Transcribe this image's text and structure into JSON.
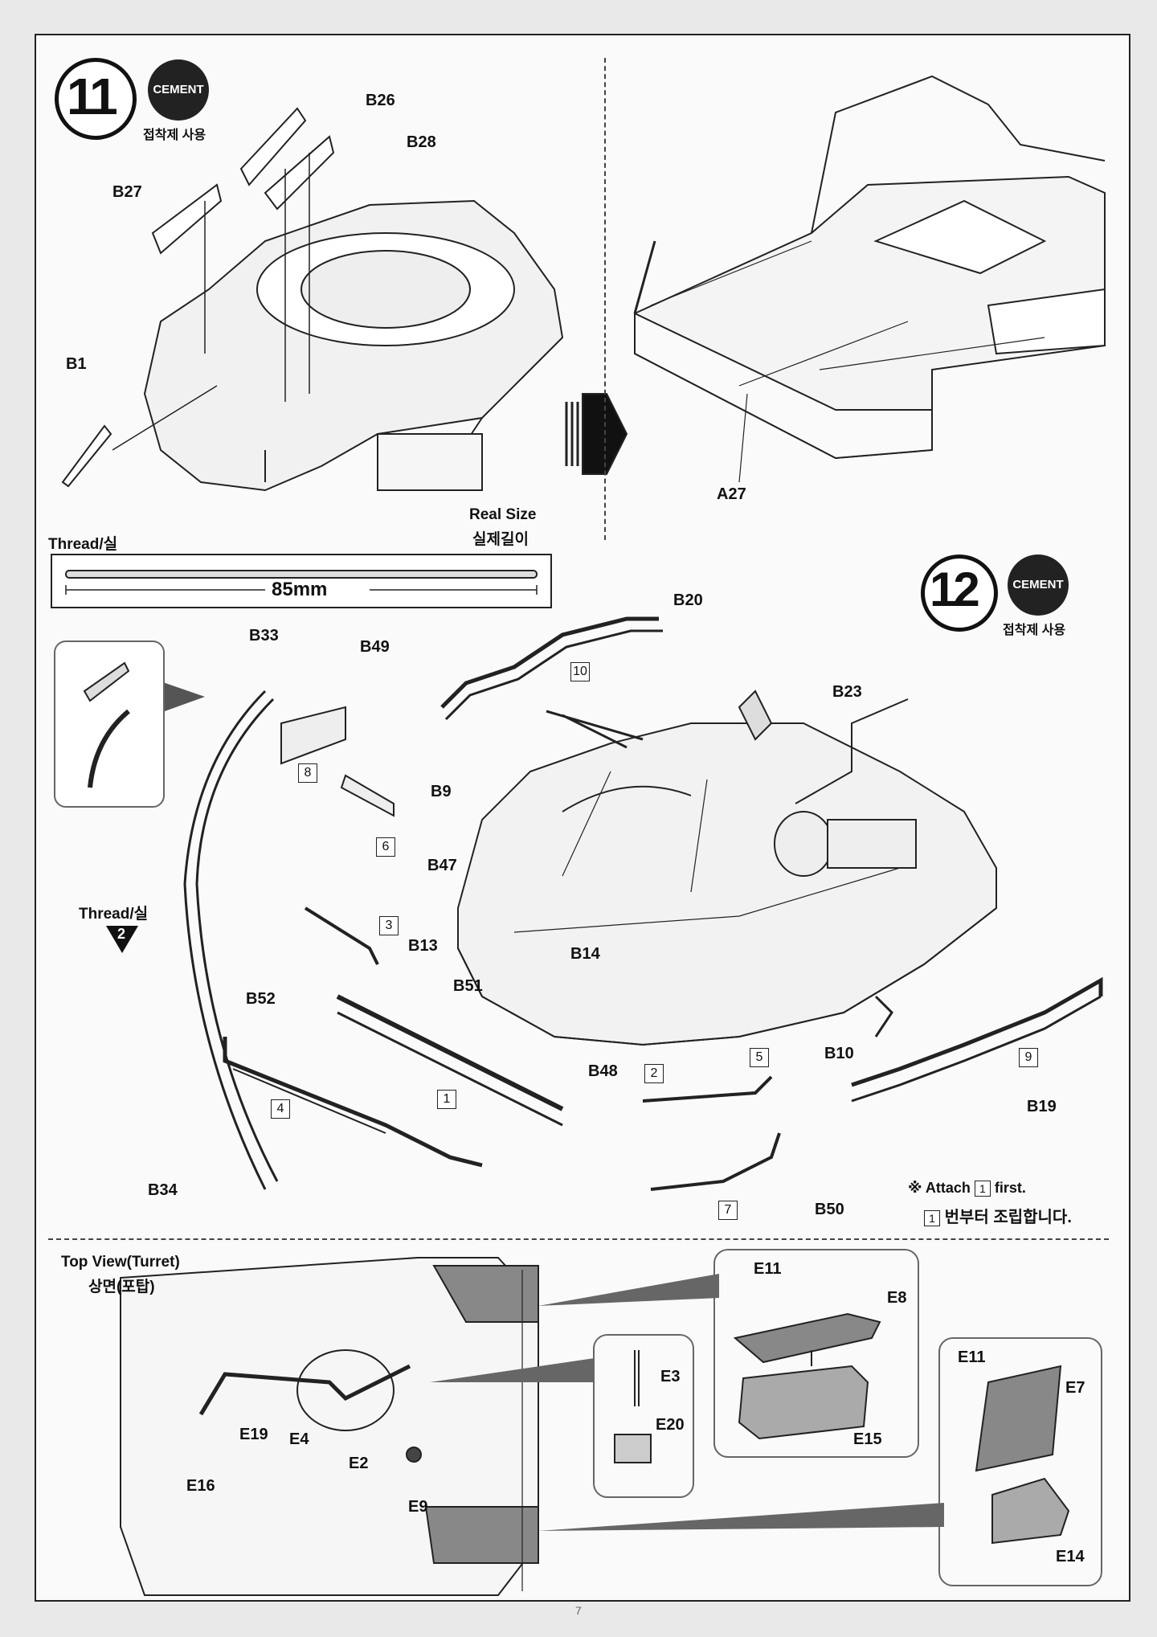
{
  "step11": {
    "number": "11",
    "cement_badge": "CEMENT",
    "cement_text": "접착제 사용",
    "parts": [
      "B26",
      "B28",
      "B27",
      "B1",
      "A27"
    ]
  },
  "thread": {
    "label": "Thread/실",
    "real_size_en": "Real Size",
    "real_size_ko": "실제길이",
    "length": "85mm"
  },
  "step12": {
    "number": "12",
    "cement_badge": "CEMENT",
    "cement_text": "접착제 사용",
    "parts": [
      "B20",
      "B33",
      "B49",
      "B23",
      "B9",
      "B47",
      "B13",
      "B14",
      "B52",
      "B51",
      "B48",
      "B10",
      "B19",
      "B34",
      "B50"
    ],
    "thread_label": "Thread/실",
    "thread_marker": "2",
    "sub_numbers": [
      "10",
      "8",
      "6",
      "3",
      "4",
      "1",
      "2",
      "5",
      "9",
      "7"
    ],
    "note_en_prefix": "※ Attach",
    "note_en_num": "1",
    "note_en_suffix": "first.",
    "note_ko_num": "1",
    "note_ko_suffix": "번부터 조립합니다."
  },
  "top_view": {
    "title_en": "Top View(Turret)",
    "title_ko": "상면(포탑)",
    "parts": [
      "E11",
      "E8",
      "E3",
      "E20",
      "E15",
      "E11",
      "E7",
      "E19",
      "E4",
      "E16",
      "E2",
      "E9",
      "E14"
    ]
  },
  "page_number": "7"
}
